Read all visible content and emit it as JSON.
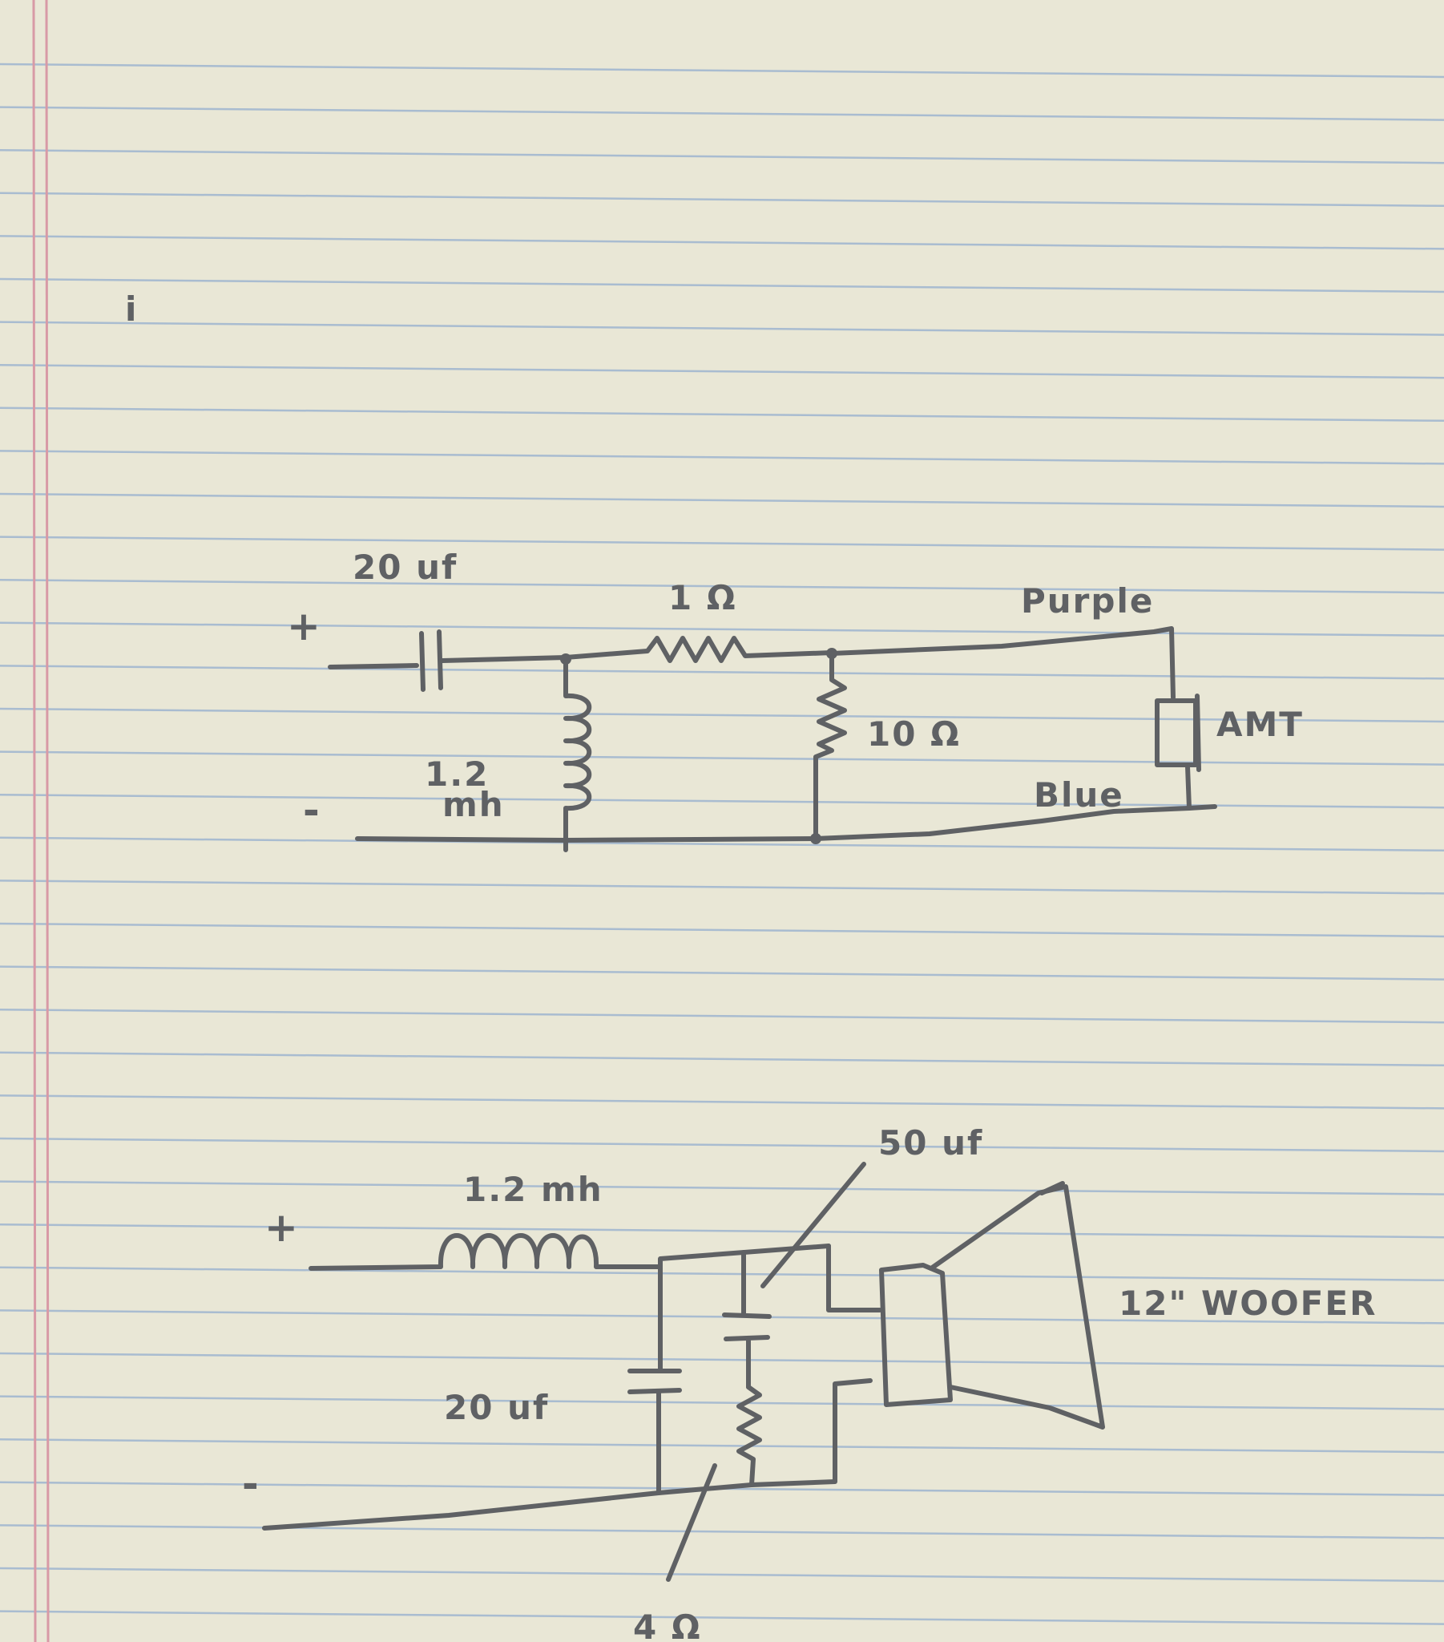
{
  "paper": {
    "background": "#e9e7d6",
    "rule_color": "#a9bcd0",
    "margin_color": "#d89aa6",
    "ink_color": "#5f6164",
    "page_mark": "i"
  },
  "tweeter_circuit": {
    "plus": "+",
    "minus": "-",
    "capacitor": "20 uf",
    "inductor_value": "1.2",
    "inductor_unit": "mh",
    "series_resistor": "1 Ω",
    "shunt_resistor": "10 Ω",
    "positive_wire": "Purple",
    "negative_wire": "Blue",
    "driver": "AMT"
  },
  "woofer_circuit": {
    "plus": "+",
    "minus": "-",
    "inductor": "1.2 mh",
    "capacitor_shunt": "20 uf",
    "capacitor_zobel": "50 uf",
    "resistor_zobel": "4 Ω",
    "driver": "12\" WOOFER"
  }
}
